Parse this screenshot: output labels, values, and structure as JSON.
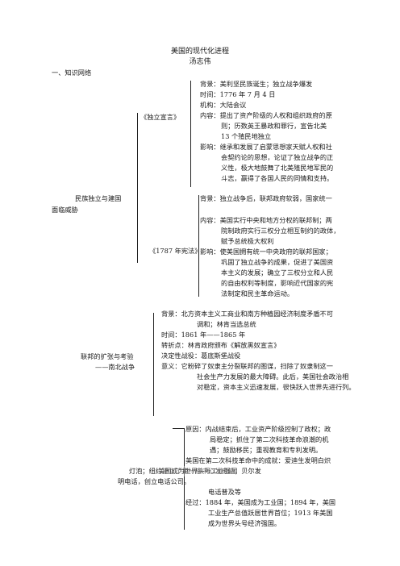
{
  "doc": {
    "title": "美国的现代化进程",
    "author": "汤志伟",
    "section": "一、知识网络"
  },
  "part1": {
    "label_line1": "民族独立与建国",
    "label_line2": "面临威胁",
    "declaration": {
      "label": "《独立宣言》",
      "lines": [
        "背景：美利坚民族诞生；独立战争爆发",
        "时间：1776 年 7 月 4 日",
        "机构：大陆会议",
        "内容：提出了资产阶级的人权和组织政府的原",
        "则；历数英王暴政和罪行，宣告北美",
        "13 个殖民地独立",
        "影响：继承和发展了启蒙思想家天赋人权和社",
        "会契约论的思想，论证了独立战争的正",
        "义性，极大地鼓舞了北美殖民地军民的",
        "斗志，赢得了各国人民的同情和支持。"
      ]
    },
    "constitution": {
      "label": "《1787 年宪法》",
      "lines": [
        "背景：独立战争后，联邦政府软弱，国家统一",
        "内容：美国实行中央和地方分权的联邦制；两",
        "院制政府实行三权分立相互制约的政体，",
        "赋予总统极大权利",
        "影响：使美国拥有统一中央政府的联邦国家；",
        "巩固了独立战争的成果，促进了美国资",
        "本主义的发展；确立了三权分立和人民",
        "的自由权利等制度，影响近代国家的宪",
        "法制定和民主革命运动。"
      ]
    }
  },
  "part2": {
    "label_line1": "联邦的扩张与考验",
    "label_line2": "——南北战争",
    "lines": [
      "背景：北方资本主义工商业和南方种植园经济制度矛盾不可",
      "调和；林肯当选总统",
      "时间：1861 年——1865 年",
      "转折点：林肯政府颁布《解放黑奴宣言》",
      "决定性战役：葛底斯堡战役",
      "意义：它粉碎了奴隶主分裂联邦的图谋，扫除了奴隶制这一",
      "社会生产力发展的最大障碍。此后，美国社会政治相",
      "对稳定，资本主义迅速发展，很快跃入世界先进行列。"
    ]
  },
  "part3": {
    "lines": [
      "原因：内战结束后，工业资产阶级控制了政权；政",
      "局稳定；抓住了第二次科技革命浪潮的机",
      "遇；鼓励移民；重视教育和专利发明。",
      "美国在第二次科技革命中的成就：爱迪生发明白炽",
      "灯泡；纽约建立了第一座中心发电站；贝尔发",
      "明电话，创立电话公司。",
      "电话普及等",
      "经过：1884 年，美国成为工业国；1894 年，美国",
      "工业生产总值跃居世界首位；1913 年美国",
      "成为世界头号经济强国。"
    ],
    "overlap_label": "美国成为世界头号工业强国"
  }
}
